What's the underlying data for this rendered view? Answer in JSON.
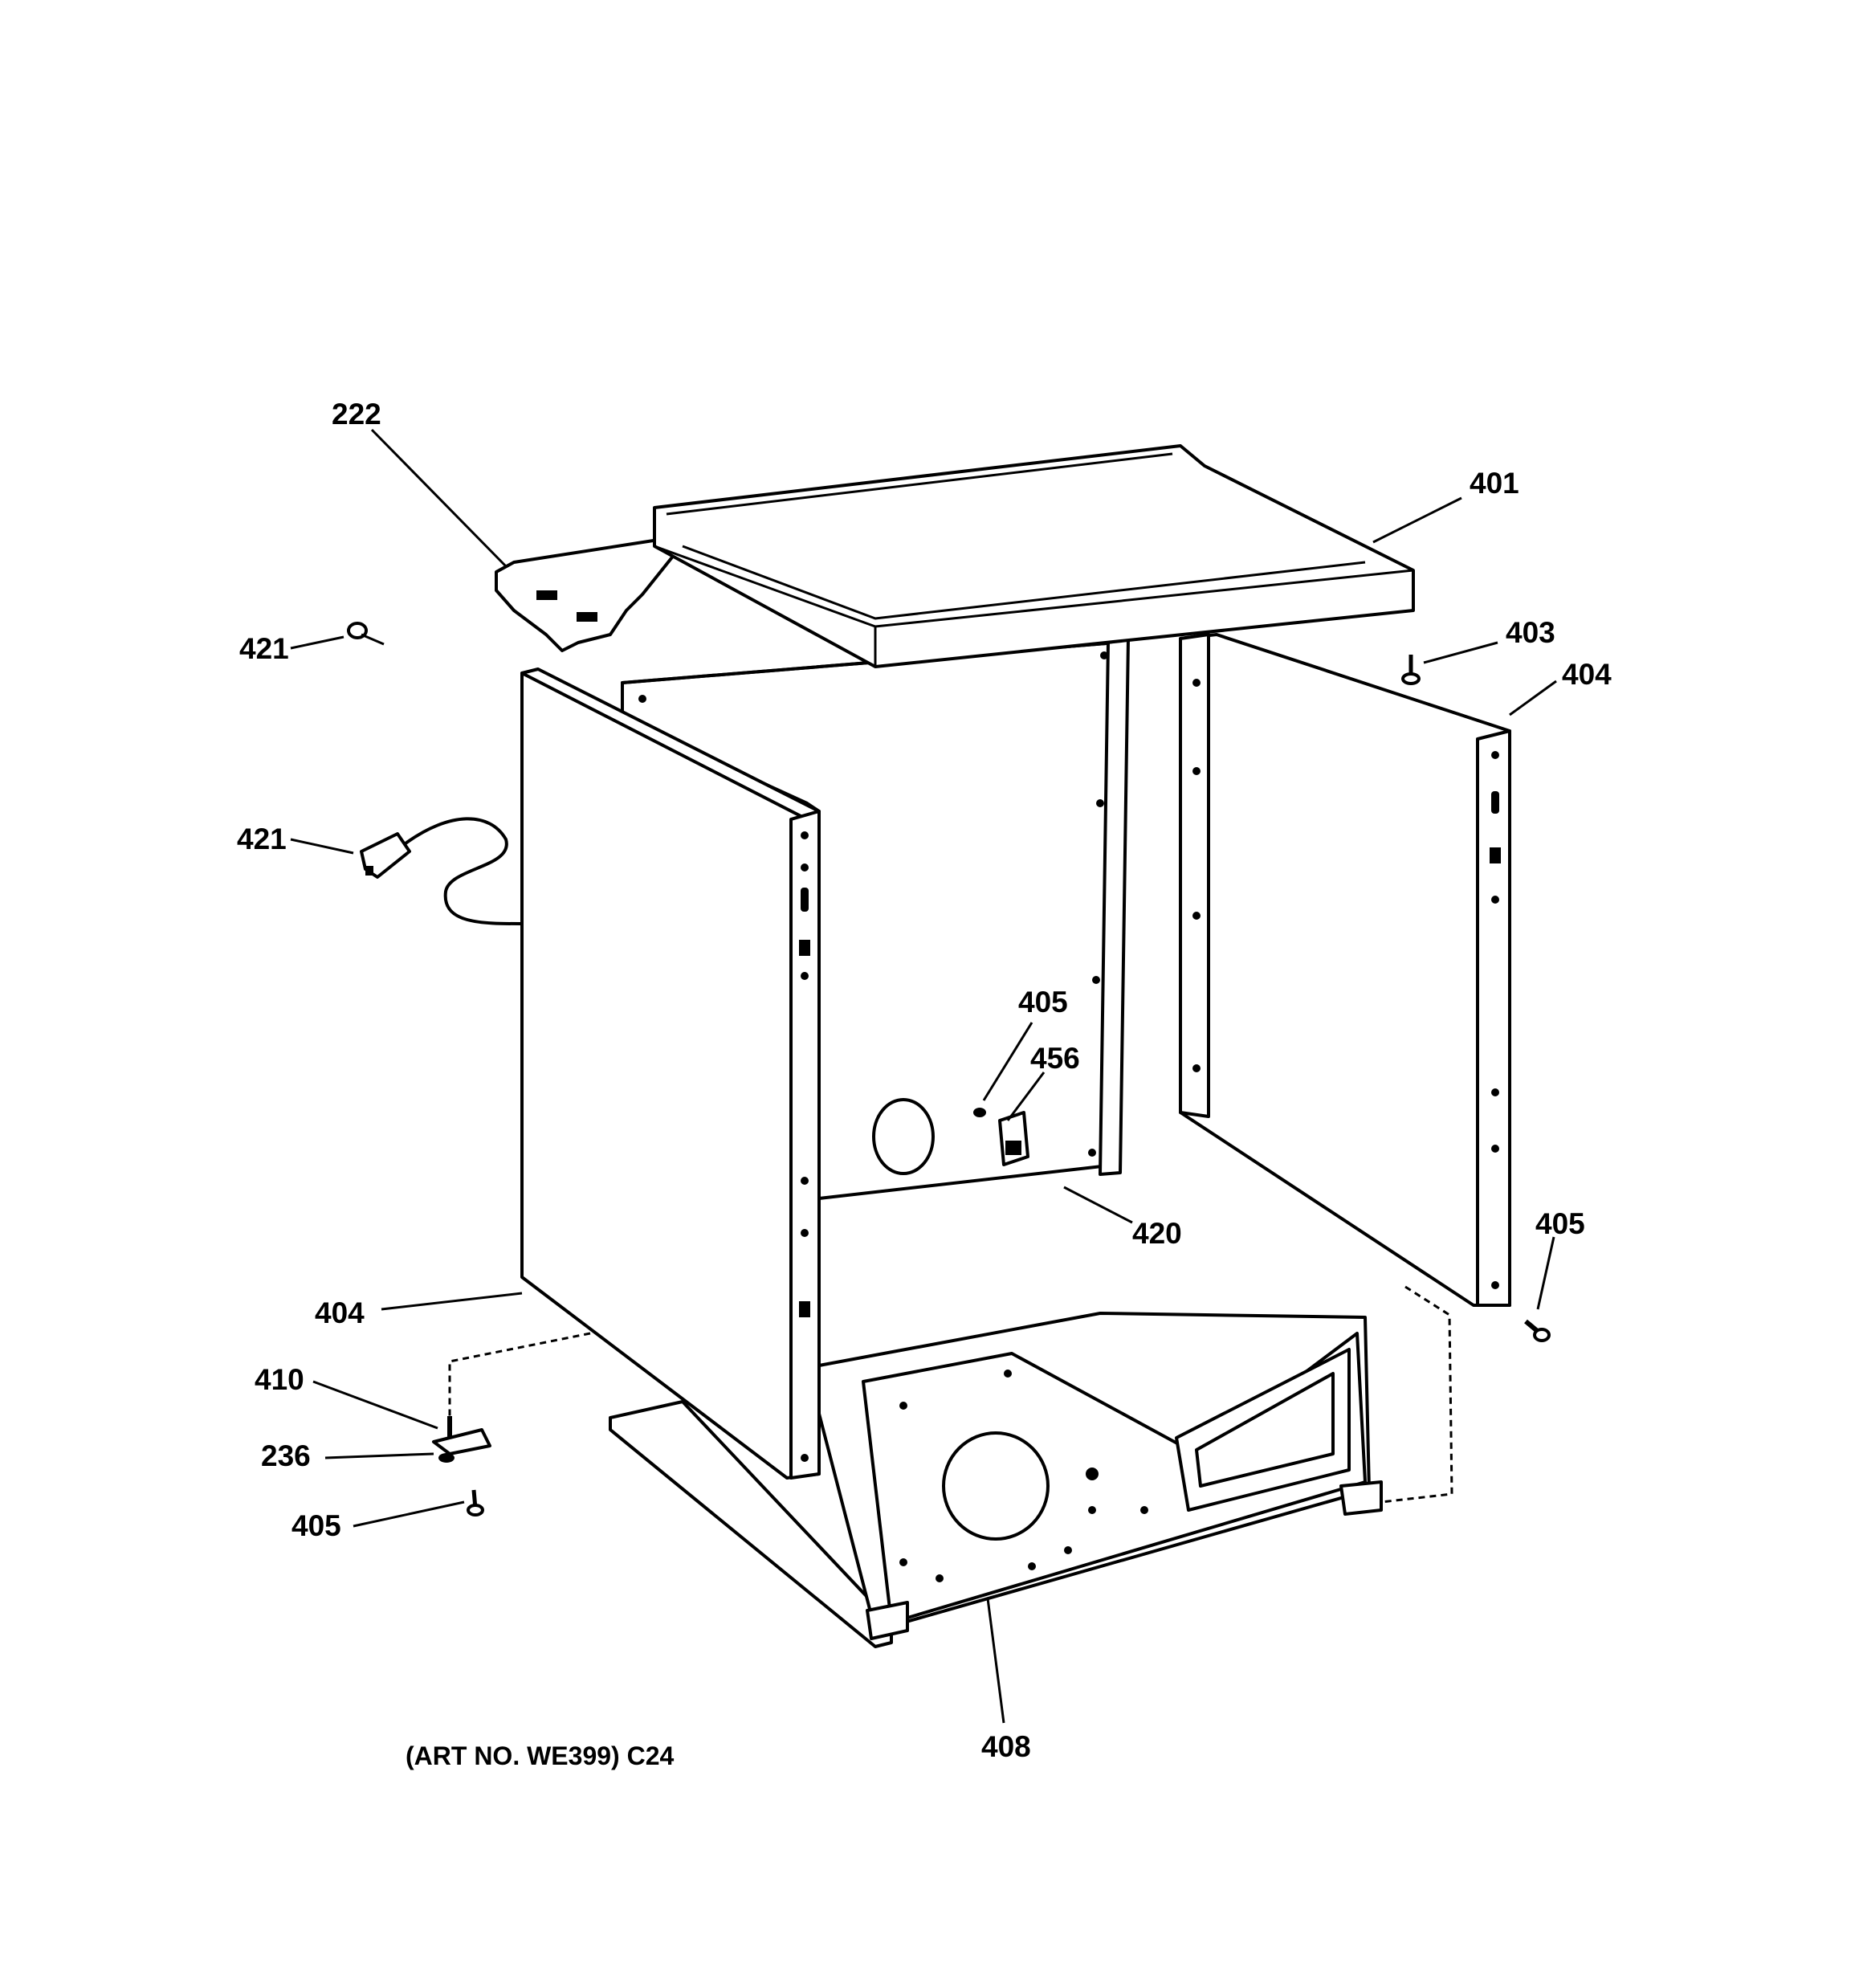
{
  "callouts": {
    "c222": "222",
    "c401": "401",
    "c421_screw": "421",
    "c421_cord": "421",
    "c403": "403",
    "c404_right": "404",
    "c405_upper": "405",
    "c456": "456",
    "c420": "420",
    "c405_right": "405",
    "c404_left": "404",
    "c410": "410",
    "c236": "236",
    "c405_lower": "405",
    "c408": "408"
  },
  "caption": "(ART NO. WE399) C24"
}
